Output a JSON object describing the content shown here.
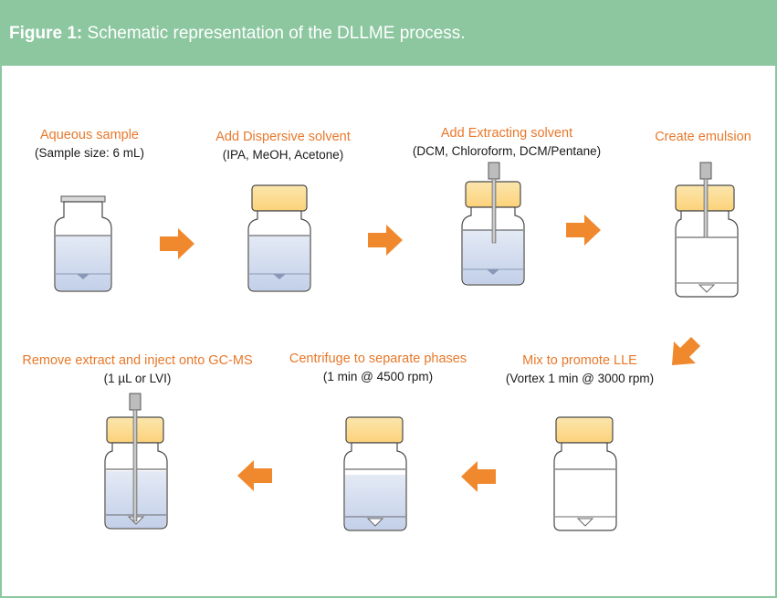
{
  "figure": {
    "label": "Figure 1:",
    "caption": "Schematic representation of the DLLME process."
  },
  "colors": {
    "header_bg": "#8cc7a0",
    "step_title": "#e8782a",
    "arrow": "#f0892e",
    "cap": "#fbe1a0",
    "liquid": "#d4deef"
  },
  "steps": [
    {
      "title": "Aqueous sample",
      "sub": "(Sample size: 6 mL)"
    },
    {
      "title": "Add Dispersive solvent",
      "sub": "(IPA, MeOH, Acetone)"
    },
    {
      "title": "Add Extracting solvent",
      "sub": "(DCM, Chloroform, DCM/Pentane)"
    },
    {
      "title": "Create emulsion",
      "sub": ""
    },
    {
      "title": "Mix to promote LLE",
      "sub": "(Vortex 1 min @ 3000 rpm)"
    },
    {
      "title": "Centrifuge to separate phases",
      "sub": "(1 min @ 4500 rpm)"
    },
    {
      "title": "Remove extract and inject onto GC-MS",
      "sub": "(1 µL or LVI)"
    }
  ],
  "icons": {
    "vial": "vial-icon",
    "needle": "syringe-needle-icon",
    "arrow_right": "arrow-right-icon",
    "arrow_left": "arrow-left-icon",
    "arrow_down_left": "arrow-down-left-icon"
  }
}
